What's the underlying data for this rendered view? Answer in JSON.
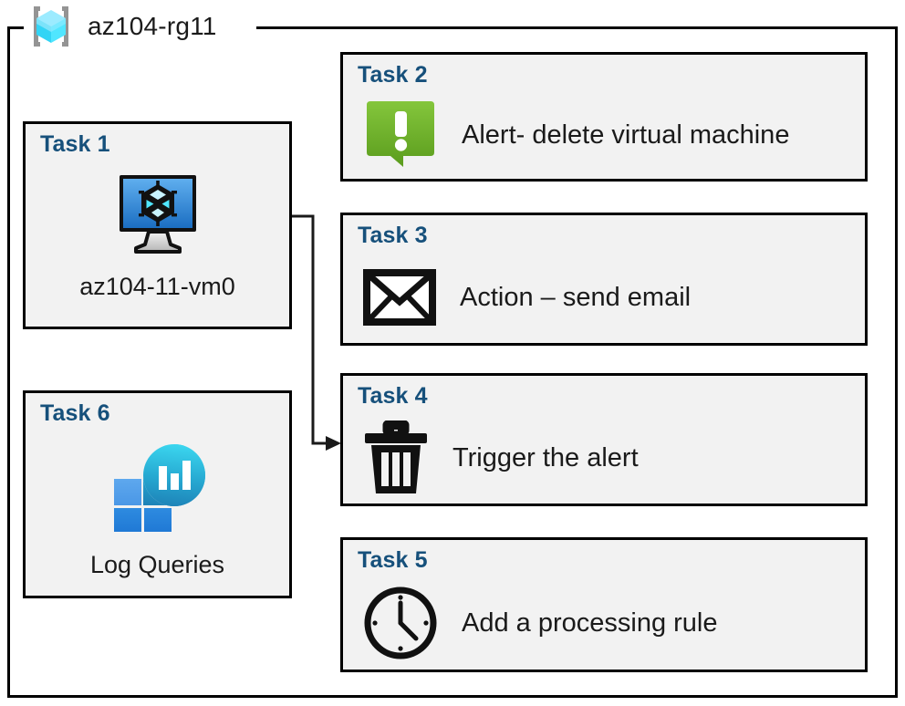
{
  "resource_group": {
    "name": "az104-rg11",
    "icon": "azure-resource-group-icon"
  },
  "colors": {
    "task_title": "#16507B",
    "card_fill": "#F2F2F2",
    "card_border": "#000000",
    "alert_green_light": "#7CC242",
    "alert_green_dark": "#5C9E1E",
    "vm_blue_light": "#5BA7E8",
    "vm_blue_dark": "#1B6EC2",
    "log_teal": "#31C8E0",
    "log_blue": "#2B7CD3",
    "cube_cyan": "#50E6FF",
    "bracket_gray": "#949494"
  },
  "cards": [
    {
      "id": "task-1",
      "title": "Task 1",
      "label": "az104-11-vm0",
      "icon": "virtual-machine-icon",
      "layout": "vertical"
    },
    {
      "id": "task-2",
      "title": "Task 2",
      "label": "Alert- delete virtual machine",
      "icon": "alert-bubble-icon",
      "layout": "horizontal"
    },
    {
      "id": "task-3",
      "title": "Task 3",
      "label": "Action – send email",
      "icon": "envelope-icon",
      "layout": "horizontal"
    },
    {
      "id": "task-4",
      "title": "Task 4",
      "label": "Trigger the alert",
      "icon": "trash-can-icon",
      "layout": "horizontal"
    },
    {
      "id": "task-5",
      "title": "Task 5",
      "label": "Add a processing rule",
      "icon": "clock-icon",
      "layout": "horizontal"
    },
    {
      "id": "task-6",
      "title": "Task 6",
      "label": "Log Queries",
      "icon": "log-analytics-icon",
      "layout": "vertical"
    }
  ],
  "connector": {
    "from": "task-1",
    "to": "task-4",
    "arrow": "arrowhead-right"
  }
}
